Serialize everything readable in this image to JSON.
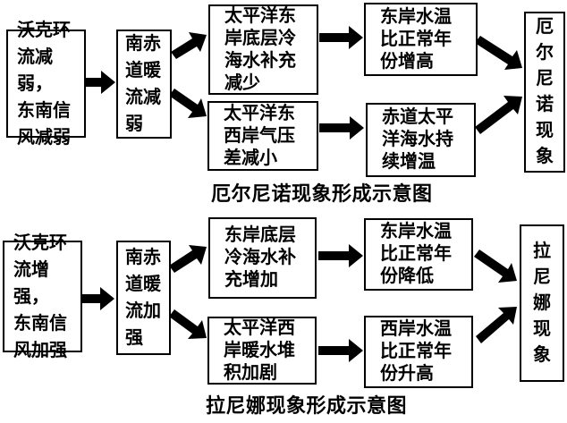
{
  "page": {
    "background": "#ffffff",
    "ink": "#000000",
    "border_color": "#000000",
    "arrow_color": "#000000"
  },
  "diagrams": [
    {
      "id": "el-nino",
      "caption": "厄尔尼诺现象形成示意图",
      "nodes": [
        {
          "id": "walker-weakens",
          "text": "沃克环\n流减弱，\n东南信\n风减弱"
        },
        {
          "id": "south-equatorial-current-weakens",
          "text": "南赤\n道暖\n流减\n弱"
        },
        {
          "id": "east-cold-supply-decreases",
          "text": "太平洋东\n岸底层冷\n海水补充\n减少"
        },
        {
          "id": "pressure-diff-decreases",
          "text": "太平洋东\n西岸气压\n差减小"
        },
        {
          "id": "east-temp-rises",
          "text": "东岸水温\n比正常年\n份增高"
        },
        {
          "id": "equatorial-warming-continues",
          "text": "赤道太平\n洋海水持\n续增温"
        },
        {
          "id": "el-nino-result",
          "text": "厄\n尔\n尼\n诺\n现\n象"
        }
      ],
      "edges": [
        {
          "from": "walker-weakens",
          "to": "south-equatorial-current-weakens"
        },
        {
          "from": "south-equatorial-current-weakens",
          "to": "east-cold-supply-decreases"
        },
        {
          "from": "south-equatorial-current-weakens",
          "to": "pressure-diff-decreases"
        },
        {
          "from": "east-cold-supply-decreases",
          "to": "east-temp-rises"
        },
        {
          "from": "pressure-diff-decreases",
          "to": "equatorial-warming-continues"
        },
        {
          "from": "east-temp-rises",
          "to": "el-nino-result"
        },
        {
          "from": "equatorial-warming-continues",
          "to": "el-nino-result"
        }
      ]
    },
    {
      "id": "la-nina",
      "caption": "拉尼娜现象形成示意图",
      "nodes": [
        {
          "id": "walker-strengthens",
          "text": "沃克环\n流增强，\n东南信\n风加强"
        },
        {
          "id": "south-equatorial-current-strengthens",
          "text": "南赤\n道暖\n流加\n强"
        },
        {
          "id": "east-cold-supply-increases",
          "text": "东岸底层\n冷海水补\n充增加"
        },
        {
          "id": "west-warm-pileup-intensifies",
          "text": "太平洋西\n岸暖水堆\n积加剧"
        },
        {
          "id": "east-temp-drops",
          "text": "东岸水温\n比正常年\n份降低"
        },
        {
          "id": "west-temp-rises",
          "text": "西岸水温\n比正常年\n份升高"
        },
        {
          "id": "la-nina-result",
          "text": "拉\n尼\n娜\n现\n象"
        }
      ],
      "edges": [
        {
          "from": "walker-strengthens",
          "to": "south-equatorial-current-strengthens"
        },
        {
          "from": "south-equatorial-current-strengthens",
          "to": "east-cold-supply-increases"
        },
        {
          "from": "south-equatorial-current-strengthens",
          "to": "west-warm-pileup-intensifies"
        },
        {
          "from": "east-cold-supply-increases",
          "to": "east-temp-drops"
        },
        {
          "from": "west-warm-pileup-intensifies",
          "to": "west-temp-rises"
        },
        {
          "from": "east-temp-drops",
          "to": "la-nina-result"
        },
        {
          "from": "west-temp-rises",
          "to": "la-nina-result"
        }
      ]
    }
  ]
}
